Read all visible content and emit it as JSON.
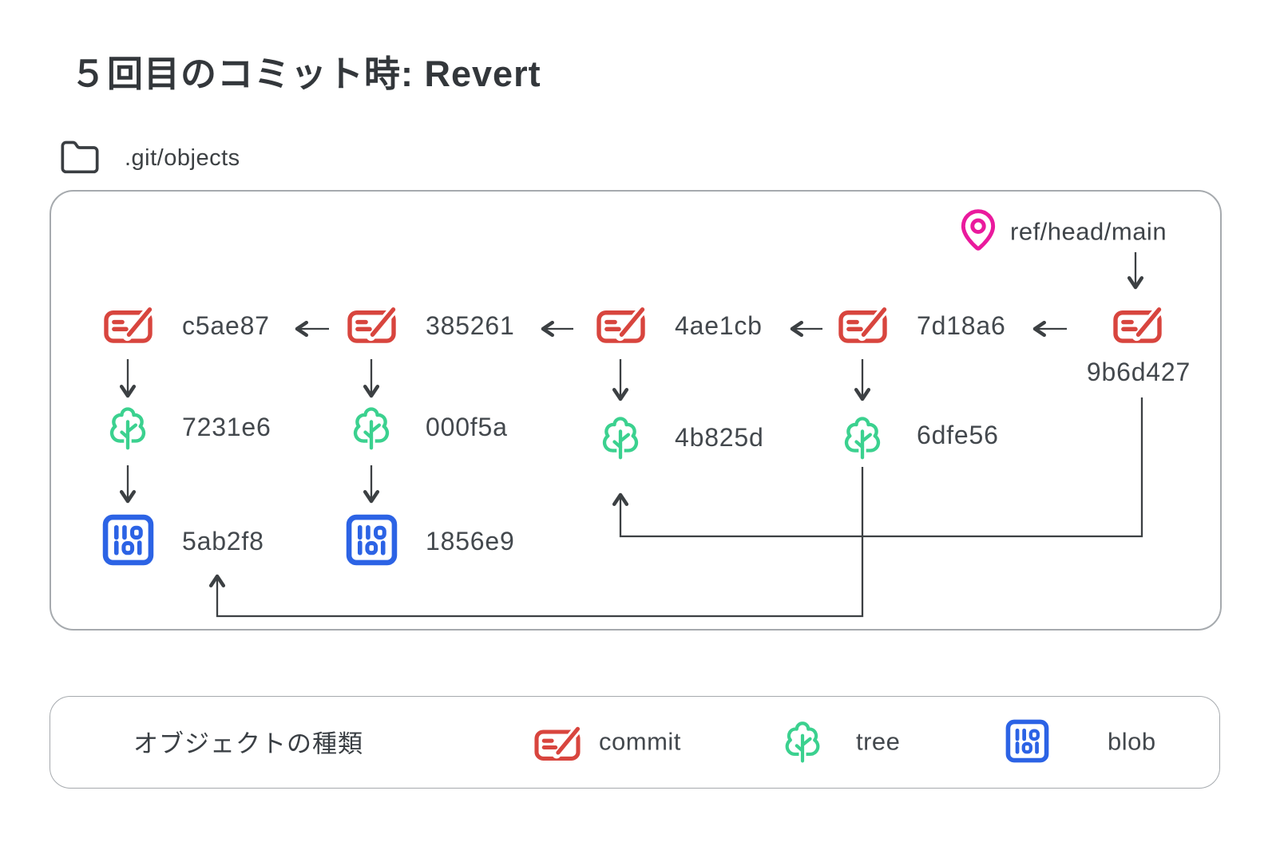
{
  "title": "５回目のコミット時: Revert",
  "folder_label": ".git/objects",
  "diagram": {
    "ref_label": "ref/head/main",
    "commits": [
      {
        "id": "c5ae87"
      },
      {
        "id": "385261"
      },
      {
        "id": "4ae1cb"
      },
      {
        "id": "7d18a6"
      },
      {
        "id": "9b6d427"
      }
    ],
    "trees": [
      {
        "id": "7231e6"
      },
      {
        "id": "000f5a"
      },
      {
        "id": "4b825d"
      },
      {
        "id": "6dfe56"
      }
    ],
    "blobs": [
      {
        "id": "5ab2f8"
      },
      {
        "id": "1856e9"
      }
    ]
  },
  "legend": {
    "title": "オブジェクトの種類",
    "items": [
      {
        "label": "commit"
      },
      {
        "label": "tree"
      },
      {
        "label": "blob"
      }
    ]
  },
  "colors": {
    "commit": "#d8453e",
    "tree": "#3bd18f",
    "blob": "#2c63e5",
    "pin": "#ea1a9d",
    "line": "#3c4043"
  }
}
